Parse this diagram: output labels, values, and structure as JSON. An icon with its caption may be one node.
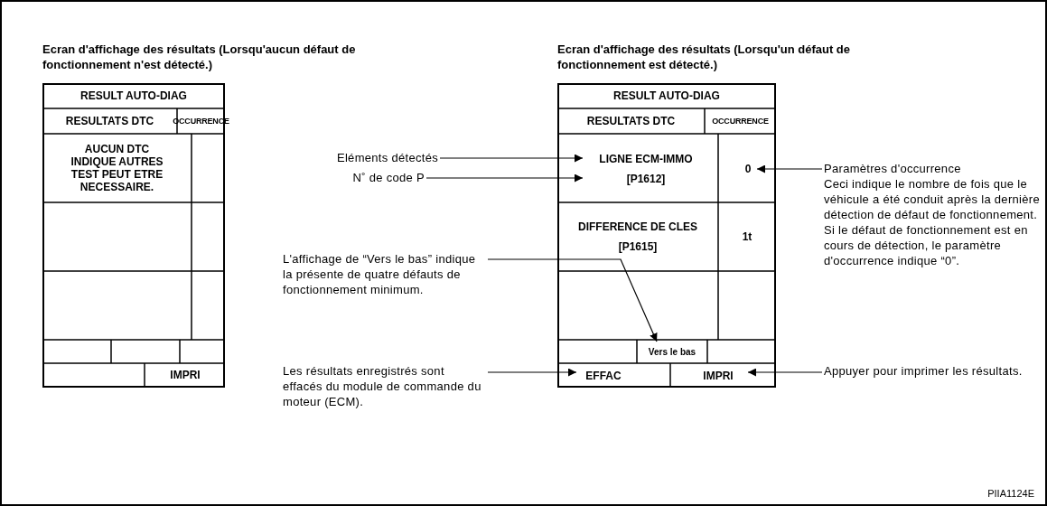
{
  "diagram": {
    "nodes": [
      {
        "text": [
          "Ecran d'affichage des résultats (Lorsqu'aucun défaut de fonctionnement n'est détecté.)"
        ]
      },
      {
        "text": [
          "RESULT AUTO-DIAG"
        ],
        "in": 0
      },
      {
        "text": [
          "RESULTATS DTC"
        ],
        "in": 0
      },
      {
        "text": [
          "OCCURRENCE"
        ],
        "in": 0
      },
      {
        "text": [
          "AUCUN DTC INDIQUE AUTRES TEST PEUT ETRE NECESSAIRE."
        ],
        "in": 0
      },
      {
        "text": [
          "IMPRI"
        ],
        "in": 0
      },
      {
        "text": [
          "Ecran d'affichage des résultats (Lorsqu'un défaut de fonctionnement est détecté.)"
        ]
      },
      {
        "text": [
          "RESULT AUTO-DIAG"
        ],
        "in": 6
      },
      {
        "text": [
          "RESULTATS DTC"
        ],
        "in": 6
      },
      {
        "text": [
          "OCCURRENCE"
        ],
        "in": 6
      },
      {
        "text": [
          "LIGNE ECM-IMMO",
          "[P1612]"
        ],
        "in": 6
      },
      {
        "text": [
          "0"
        ],
        "in": 6
      },
      {
        "text": [
          "DIFFERENCE DE CLES",
          "[P1615]"
        ],
        "in": 6
      },
      {
        "text": [
          "1t"
        ],
        "in": 6
      },
      {
        "text": [
          "Vers le bas"
        ],
        "in": 6
      },
      {
        "text": [
          "EFFAC"
        ],
        "in": 6
      },
      {
        "text": [
          "IMPRI"
        ],
        "in": 6
      },
      {
        "text": [
          "Eléments détectés"
        ]
      },
      {
        "text": [
          "N˚ de code P"
        ]
      },
      {
        "text": [
          "L'affichage de “Vers le bas” indique la présente de quatre défauts de fonctionnement minimum."
        ]
      },
      {
        "text": [
          "Les résultats enregistrés sont effacés du module de commande du moteur (ECM)."
        ]
      },
      {
        "text": [
          "Paramètres d'occurrence",
          "Ceci indique le nombre de fois que le véhicule a été conduit après la dernière détection de défaut de fonctionnement. Si le défaut de fonctionnement est en cours de détection, le paramètre d'occurrence indique “0”."
        ]
      },
      {
        "text": [
          "Appuyer pour imprimer les résultats."
        ]
      }
    ],
    "edges": [
      {
        "from": 17,
        "to": 10,
        "arrow": "to"
      },
      {
        "from": 18,
        "to": 10,
        "arrow": "to"
      },
      {
        "from": 19,
        "to": 14,
        "arrow": "to"
      },
      {
        "from": 20,
        "to": 15,
        "arrow": "to"
      },
      {
        "from": 21,
        "to": 11,
        "arrow": "to"
      },
      {
        "from": 22,
        "to": 16,
        "arrow": "to"
      }
    ],
    "labels": [
      "PIIA1124E"
    ]
  }
}
